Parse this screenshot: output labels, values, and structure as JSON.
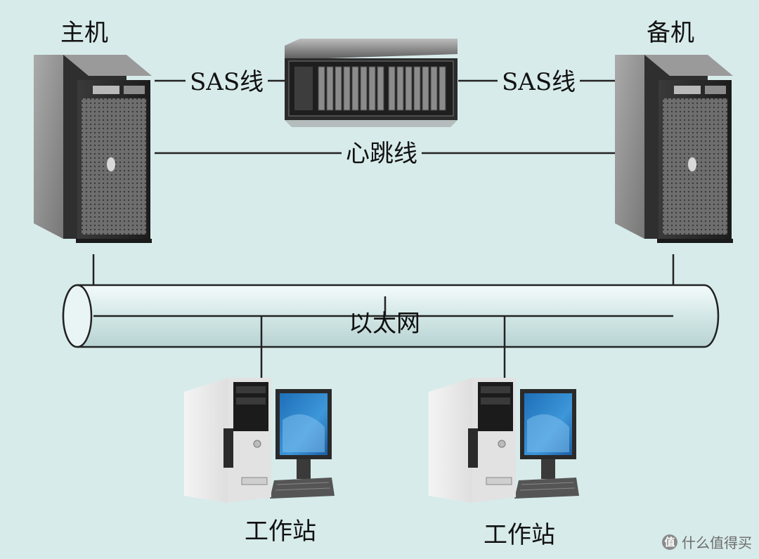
{
  "labels": {
    "primary_host": "主机",
    "backup_host": "备机",
    "sas_left": "SAS线",
    "sas_right": "SAS线",
    "heartbeat": "心跳线",
    "ethernet": "以太网",
    "workstation_left": "工作站",
    "workstation_right": "工作站"
  },
  "watermark": {
    "logo_char": "值",
    "text": "什么值得买"
  },
  "icons": {
    "primary_server": "tower-server-icon",
    "backup_server": "tower-server-icon",
    "storage": "disk-array-icon",
    "workstation_left": "desktop-computer-icon",
    "workstation_right": "desktop-computer-icon"
  }
}
